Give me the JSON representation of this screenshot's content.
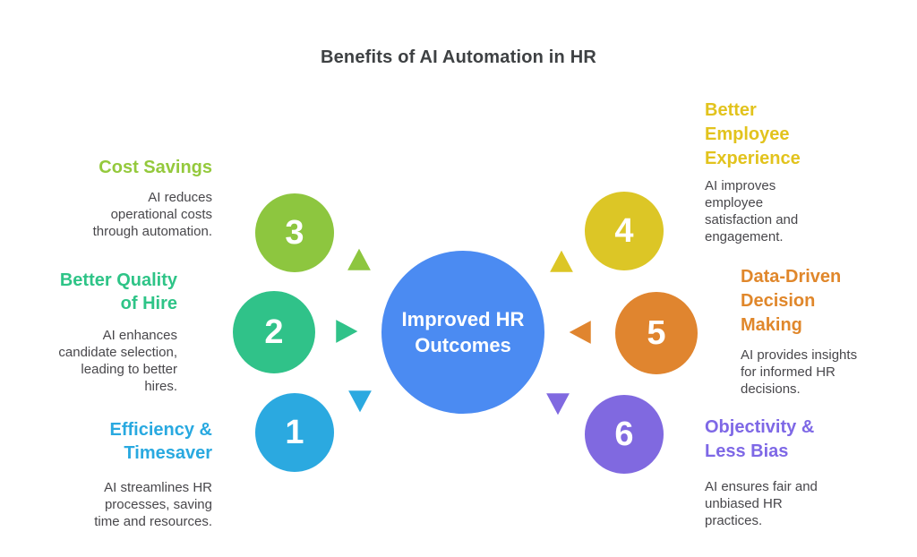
{
  "title": "Benefits of AI Automation in HR",
  "title_color": "#3E4143",
  "text_color": "#48474B",
  "background_color": "#FFFFFF",
  "center": {
    "lines": [
      "Improved HR",
      "Outcomes"
    ],
    "color": "#4B8BF2",
    "text_color": "#FFFFFF"
  },
  "benefits": [
    {
      "number": "1",
      "heading": "Efficiency & Timesaver",
      "heading_lines": [
        "Efficiency &",
        "Timesaver"
      ],
      "description": "AI streamlines HR processes, saving time and resources.",
      "color": "#2BA9E0",
      "heading_color": "#29A9E0",
      "arrow_direction": "down",
      "side": "left"
    },
    {
      "number": "2",
      "heading": "Better Quality of Hire",
      "heading_lines": [
        "Better Quality",
        "of Hire"
      ],
      "description": "AI enhances candidate selection, leading to better hires.",
      "color": "#30C289",
      "heading_color": "#2EC487",
      "arrow_direction": "right",
      "side": "left"
    },
    {
      "number": "3",
      "heading": "Cost Savings",
      "heading_lines": [
        "Cost Savings"
      ],
      "description": "AI reduces operational costs through automation.",
      "color": "#8DC63F",
      "heading_color": "#94C93C",
      "arrow_direction": "up",
      "side": "left"
    },
    {
      "number": "4",
      "heading": "Better Employee Experience",
      "heading_lines": [
        "Better",
        "Employee",
        "Experience"
      ],
      "description": "AI improves employee satisfaction and engagement.",
      "color": "#DCC626",
      "heading_color": "#E2C31D",
      "arrow_direction": "up",
      "side": "right"
    },
    {
      "number": "5",
      "heading": "Data-Driven Decision Making",
      "heading_lines": [
        "Data-Driven",
        "Decision",
        "Making"
      ],
      "description": "AI provides insights for informed HR decisions.",
      "color": "#E0852F",
      "heading_color": "#E0872B",
      "arrow_direction": "left",
      "side": "right"
    },
    {
      "number": "6",
      "heading": "Objectivity & Less Bias",
      "heading_lines": [
        "Objectivity &",
        "Less Bias"
      ],
      "description": "AI ensures fair and unbiased HR practices.",
      "color": "#8069E0",
      "heading_color": "#7E68E6",
      "arrow_direction": "down",
      "side": "right"
    }
  ]
}
